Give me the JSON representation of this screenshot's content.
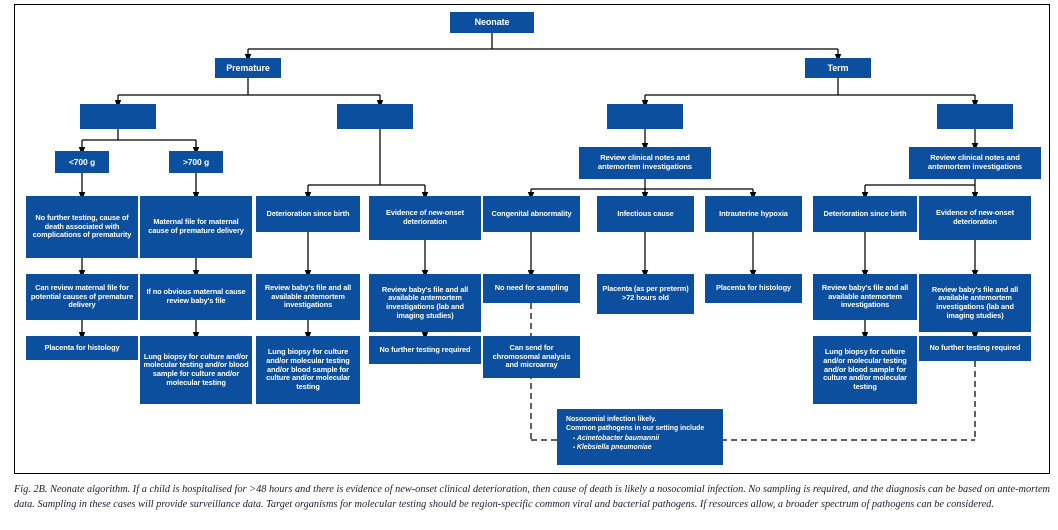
{
  "figure": {
    "caption": "Fig. 2B. Neonate algorithm. If a child is hospitalised for >48 hours and there is evidence of new-onset clinical deterioration, then cause of death is likely a nosocomial infection. No sampling is required, and the diagnosis can be based on ante-mortem data. Sampling in these cases will provide surveillance data. Target organisms for molecular testing should be region-specific common viral and bacterial pathogens. If resources allow, a broader spectrum of pathogens can be considered.",
    "accent_color": "#0B4F9E",
    "line_color": "#000000"
  },
  "nodes": {
    "root": "Neonate",
    "premature": "Premature",
    "term": "Term",
    "prem_blank_left": "",
    "prem_blank_right": "",
    "term_blank_left": "",
    "term_blank_right": "",
    "w_lt700": "<700 g",
    "w_gt700": ">700 g",
    "lt700_a": "No further testing, cause of death associated with complications of prematurity",
    "lt700_b": "Can review maternal file for potential causes of premature delivery",
    "lt700_c": "Placenta for histology",
    "gt700_a": "Maternal file for maternal cause of premature delivery",
    "gt700_b": "If no obvious maternal cause review baby's file",
    "gt700_c": "Lung biopsy for culture and/or molecular testing and/or blood sample for culture and/or molecular testing",
    "prem_deterioration": "Deterioration since birth",
    "prem_deterioration_b": "Review baby's file and all available antemortem investigations",
    "prem_deterioration_c": "Lung biopsy for culture and/or molecular testing and/or blood sample for culture and/or molecular testing",
    "prem_newonset": "Evidence of new-onset deterioration",
    "prem_newonset_b": "Review baby's file and all available antemortem investigations (lab and imaging studies)",
    "prem_newonset_c": "No further testing required",
    "term_review_left": "Review clinical notes and antemortem investigations",
    "term_review_right": "Review clinical notes and antemortem investigations",
    "congenital": "Congenital abnormality",
    "congenital_b": "No need for sampling",
    "congenital_c": "Can send for chromosomal analysis and microarray",
    "infectious": "Infectious cause",
    "infectious_b": "Placenta (as per preterm) >72 hours old",
    "hypoxia": "Intrauterine hypoxia",
    "hypoxia_b": "Placenta for histology",
    "term_deterioration": "Deterioration since birth",
    "term_deterioration_b": "Review baby's file and all available antemortem investigations",
    "term_deterioration_c": "Lung biopsy for culture and/or molecular testing and/or blood sample for culture and/or molecular testing",
    "term_newonset": "Evidence of new-onset deterioration",
    "term_newonset_b": "Review baby's file and all available antemortem investigations (lab and imaging studies)",
    "term_newonset_c": "No further testing required"
  },
  "note": {
    "line1": "Nosocomial infection likely.",
    "line2": "Common pathogens in our setting include",
    "bullet1": "Acinetobacter baumannii",
    "bullet2": "Klebsiella pneumoniae",
    "bullet_glyph": "•"
  }
}
